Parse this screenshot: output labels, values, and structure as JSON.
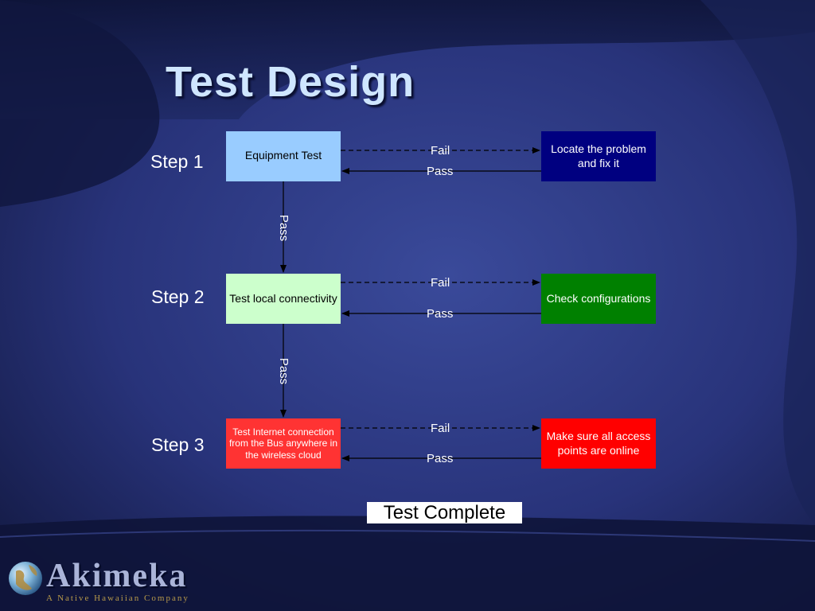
{
  "slide": {
    "title": "Test Design",
    "steps": [
      "Step 1",
      "Step 2",
      "Step 3"
    ],
    "boxes": {
      "equipment_test": "Equipment Test",
      "locate": "Locate the problem and fix it",
      "test_local": "Test local connectivity",
      "check_config": "Check configurations",
      "test_internet": "Test Internet connection from the Bus anywhere in the wireless cloud",
      "make_sure": "Make sure all access points are online"
    },
    "labels": {
      "fail": "Fail",
      "pass": "Pass"
    },
    "complete": "Test Complete",
    "colors": {
      "step1_box": "#99ccff",
      "step1_fail_box": "#000080",
      "step2_box": "#ccffcc",
      "step2_fail_box": "#008000",
      "step3_box": "#ff3333",
      "step3_fail_box": "#ff0000"
    }
  },
  "logo": {
    "name": "Akimeka",
    "tagline": "A Native Hawaiian Company"
  }
}
